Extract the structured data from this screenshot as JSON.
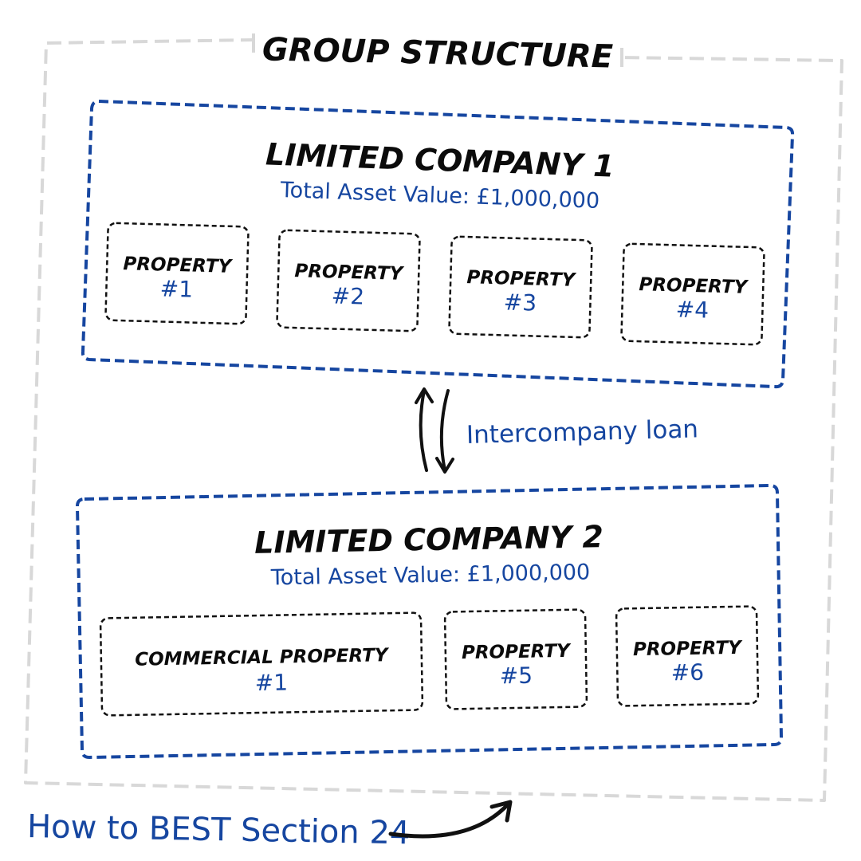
{
  "group": {
    "title": "GROUP STRUCTURE"
  },
  "company1": {
    "name": "LIMITED COMPANY 1",
    "asset_value": "Total Asset Value: £1,000,000",
    "properties": [
      {
        "label": "PROPERTY",
        "number": "#1"
      },
      {
        "label": "PROPERTY",
        "number": "#2"
      },
      {
        "label": "PROPERTY",
        "number": "#3"
      },
      {
        "label": "PROPERTY",
        "number": "#4"
      }
    ]
  },
  "loan": {
    "label": "Intercompany loan"
  },
  "company2": {
    "name": "LIMITED COMPANY 2",
    "asset_value": "Total Asset Value: £1,000,000",
    "properties": [
      {
        "label": "COMMERCIAL PROPERTY",
        "number": "#1"
      },
      {
        "label": "PROPERTY",
        "number": "#5"
      },
      {
        "label": "PROPERTY",
        "number": "#6"
      }
    ]
  },
  "caption": {
    "text": "How to BEST Section 24"
  },
  "colors": {
    "company_border": "#1646a0",
    "group_border": "#d8d8d8",
    "property_border": "#111111",
    "handwriting": "#1646a0"
  }
}
